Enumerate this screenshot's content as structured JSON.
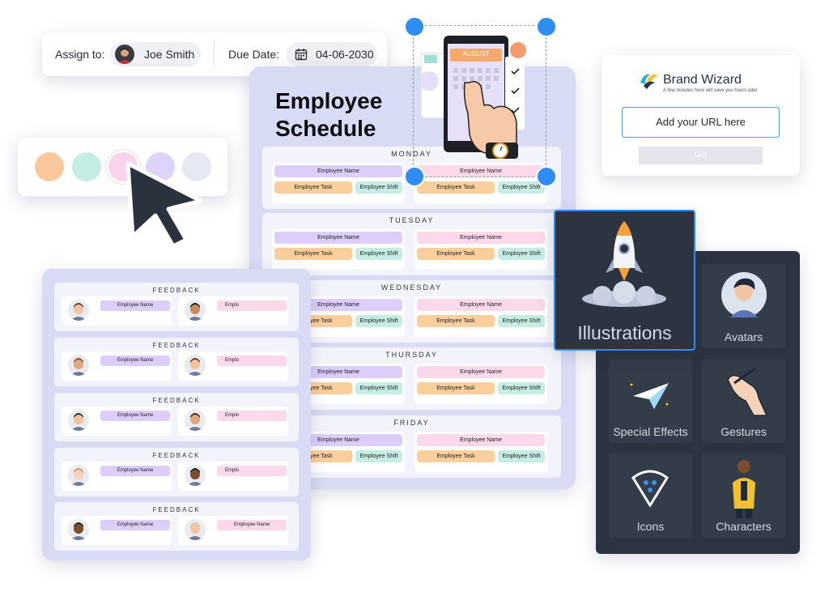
{
  "assign": {
    "assign_label": "Assign to:",
    "assignee": "Joe Smith",
    "due_label": "Due Date:",
    "due_date": "04-06-2030"
  },
  "palette": {
    "colors": [
      "#fac89c",
      "#c4ede5",
      "#f9d3ea",
      "#ddd3fb",
      "#e6e8f4"
    ]
  },
  "schedule": {
    "title_line1": "Employee",
    "title_line2": "Schedule",
    "days": [
      "MONDAY",
      "TUESDAY",
      "WEDNESDAY",
      "THURSDAY",
      "FRIDAY"
    ],
    "slot_name": "Employee Name",
    "slot_task": "Employee Task",
    "slot_shift": "Employee Shift"
  },
  "calendar": {
    "month": "AUGUST"
  },
  "feedback": {
    "section_label": "FEEDBACK",
    "name_label": "Employee Name",
    "name_partial": "Emplo"
  },
  "brand": {
    "name": "Brand Wizard",
    "tagline": "A few minutes here will save you hours later",
    "url_placeholder": "Add your URL here",
    "go_label": "Go!"
  },
  "assets": {
    "illustrations": "Illustrations",
    "avatars": "Avatars",
    "special_effects": "Special Effects",
    "gestures": "Gestures",
    "icons": "Icons",
    "characters": "Characters"
  },
  "colors": {
    "lavender": "#d7dbf3",
    "name_purple": "#dccdfb",
    "name_pink": "#fbd8ea",
    "task_orange": "#fbcf9b",
    "shift_mint": "#c6ede4",
    "accent_blue": "#2f8cf1",
    "dark_panel": "#2b3440"
  }
}
